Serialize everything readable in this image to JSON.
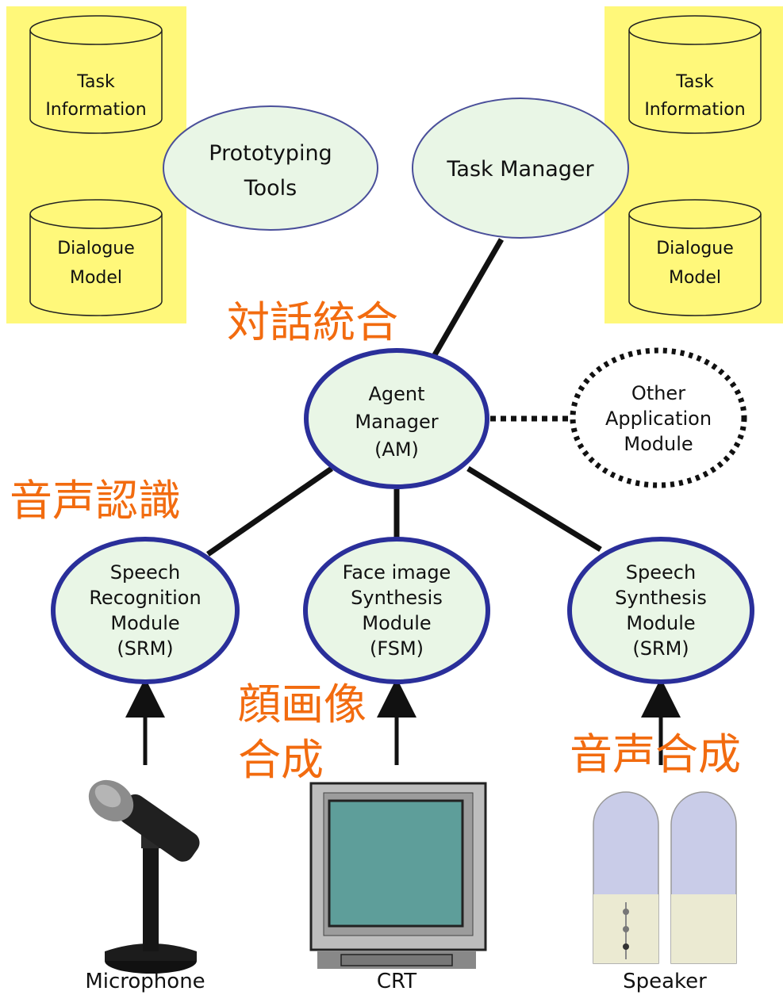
{
  "colors": {
    "panel": "#FFF87A",
    "node_fill": "#E9F6E6",
    "node_stroke_main": "#2A2F9A",
    "annotation": "#F26B0F",
    "line": "#111111",
    "monitor_screen": "#5E9E9A",
    "monitor_body": "#C9C9C9",
    "speaker_body": "#C9CCE8"
  },
  "databases": {
    "left_top": [
      "Task",
      "Information"
    ],
    "left_bottom": [
      "Dialogue",
      "Model"
    ],
    "right_top": [
      "Task",
      "Information"
    ],
    "right_bottom": [
      "Dialogue",
      "Model"
    ]
  },
  "nodes": {
    "prototyping_tools": [
      "Prototyping",
      "Tools"
    ],
    "task_manager": [
      "Task Manager"
    ],
    "agent_manager": [
      "Agent",
      "Manager",
      "(AM)"
    ],
    "other_module": [
      "Other",
      "Application",
      "Module"
    ],
    "speech_recognition": [
      "Speech",
      "Recognition",
      "Module",
      "(SRM)"
    ],
    "face_synthesis": [
      "Face image",
      "Synthesis",
      "Module",
      "(FSM)"
    ],
    "speech_synthesis": [
      "Speech",
      "Synthesis",
      "Module",
      "(SRM)"
    ]
  },
  "annotations": {
    "integration": "対話統合",
    "recognition": "音声認識",
    "face": [
      "顔画像",
      "合成"
    ],
    "synthesis": "音声合成"
  },
  "devices": {
    "microphone": "Microphone",
    "crt": "CRT",
    "speaker": "Speaker"
  },
  "icons": {
    "microphone": "microphone-icon",
    "crt": "monitor-icon",
    "speaker": "speaker-icon"
  }
}
